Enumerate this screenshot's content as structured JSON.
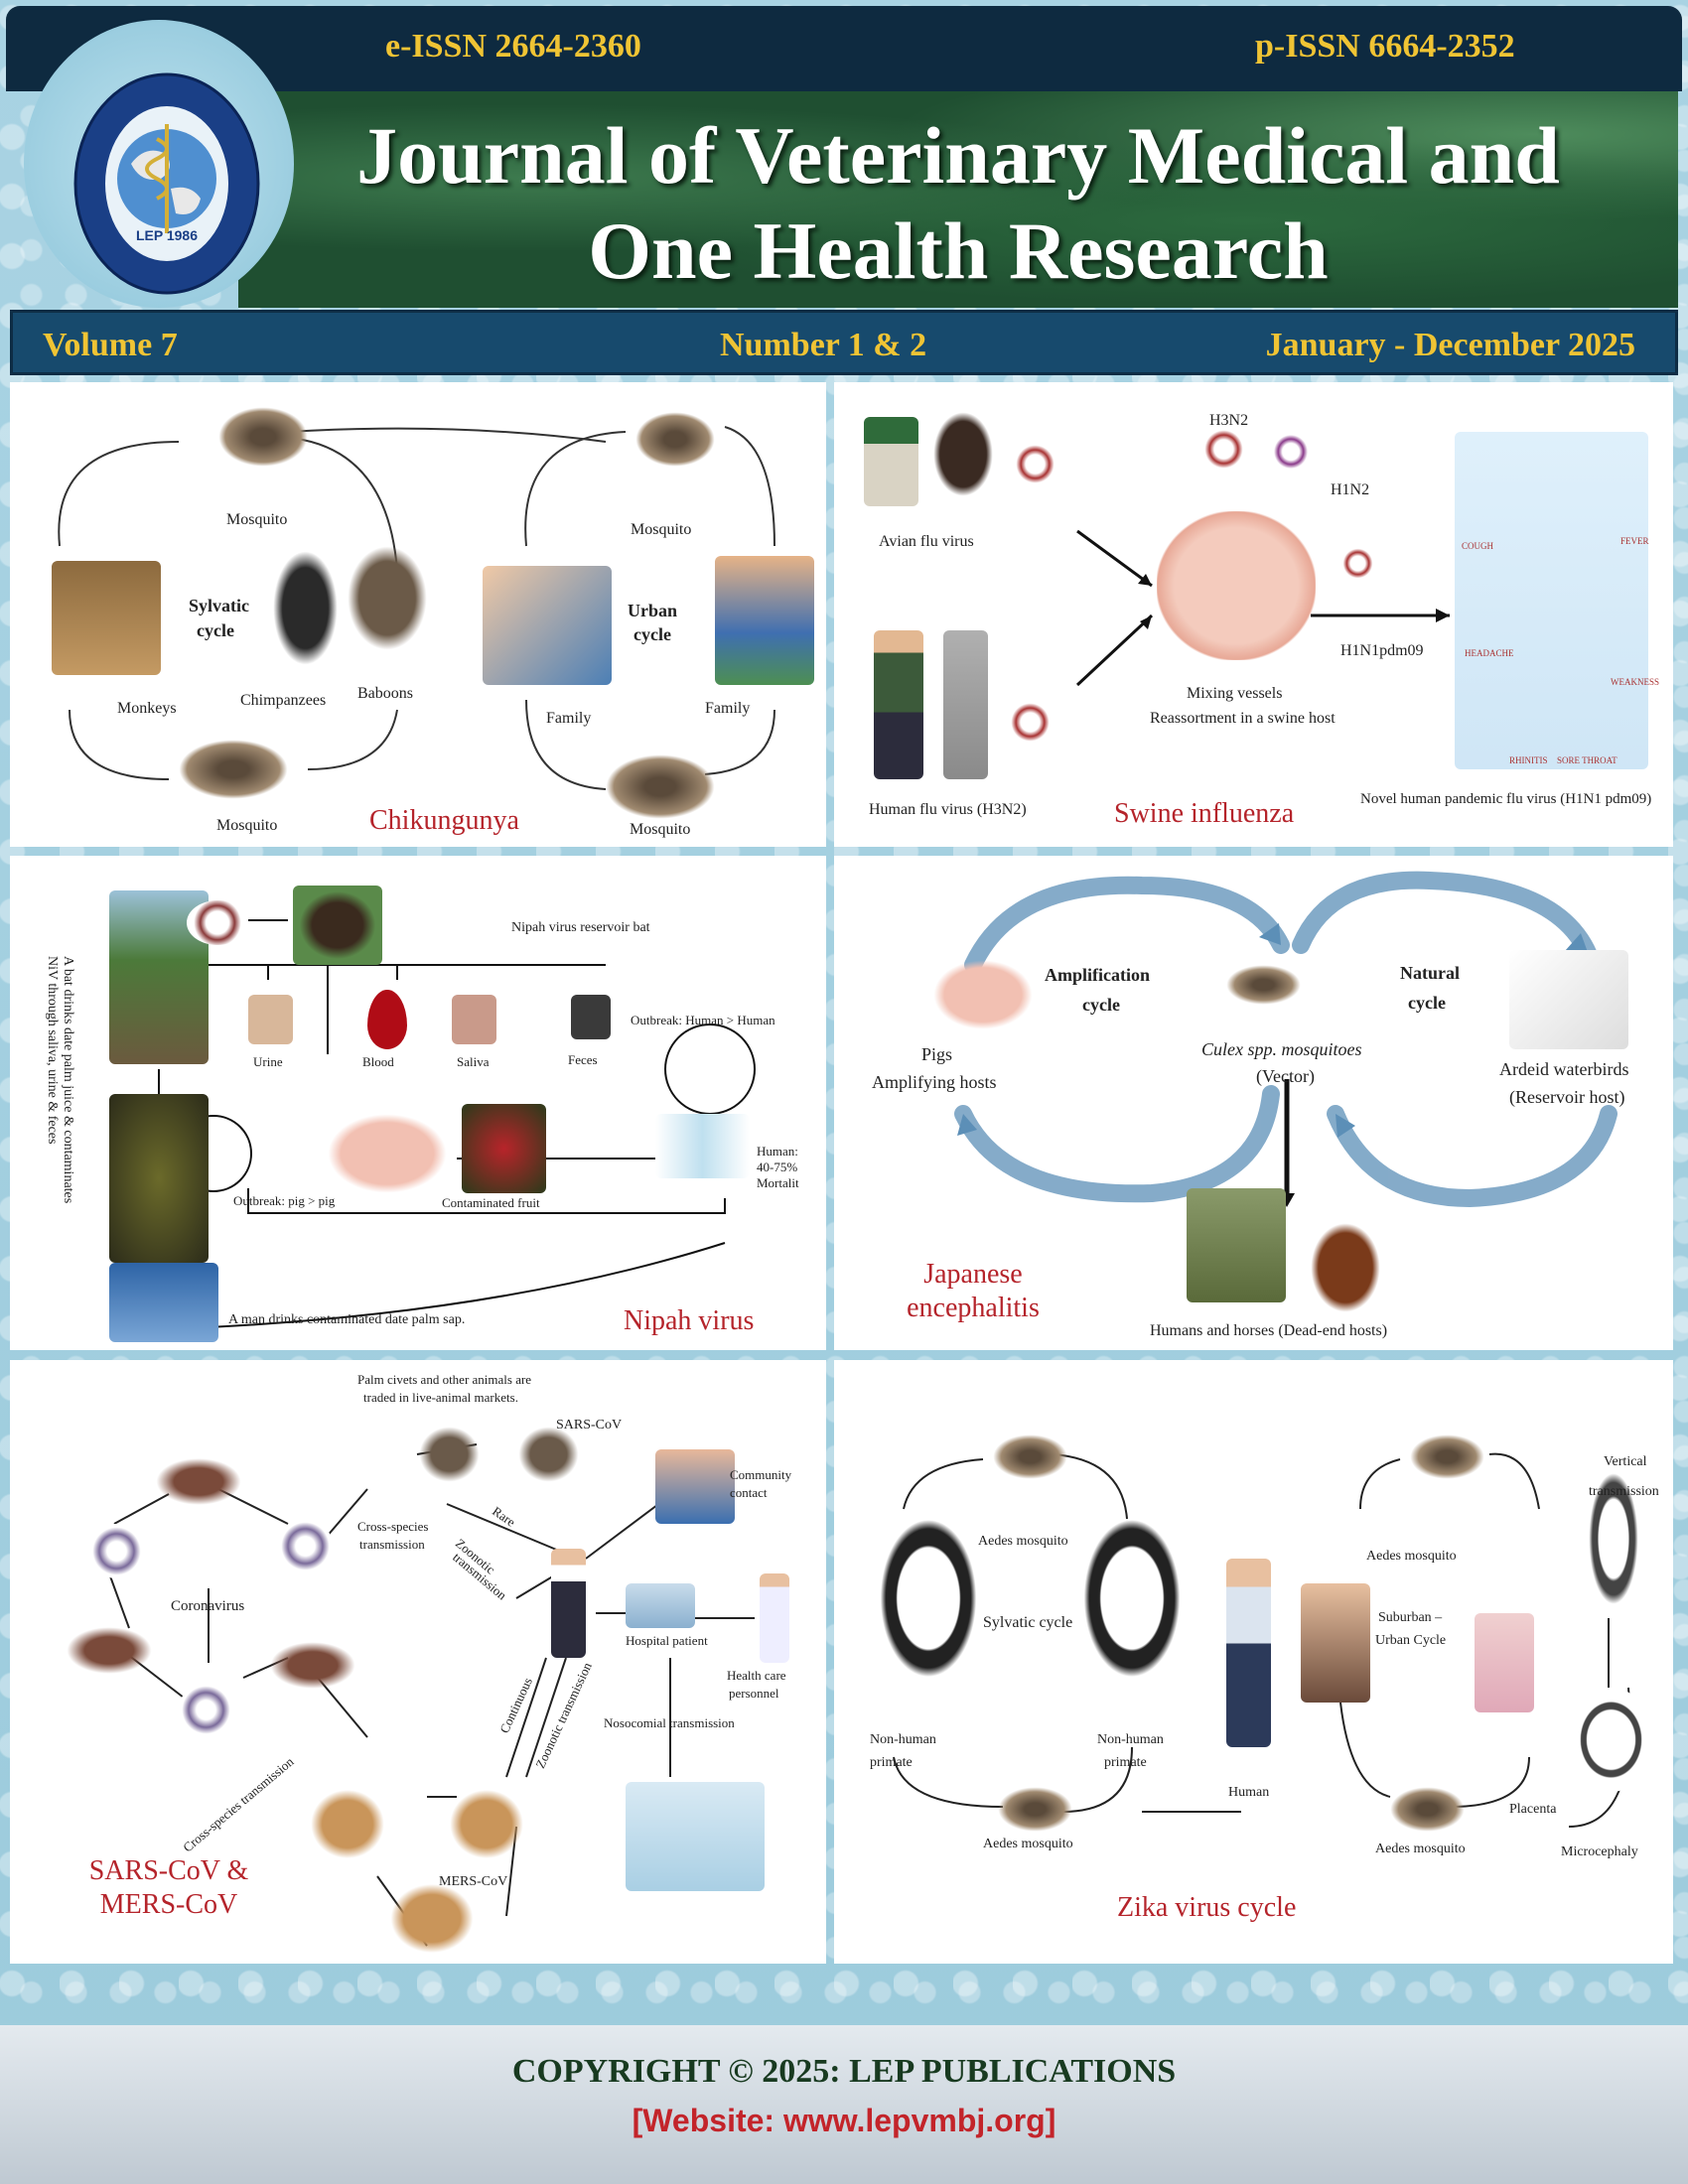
{
  "header": {
    "eissn": "e-ISSN 2664-2360",
    "pissn": "p-ISSN 6664-2352",
    "title_line1": "Journal of Veterinary Medical and",
    "title_line2": "One Health Research",
    "logo_text": "LEP 1986"
  },
  "issue": {
    "volume": "Volume 7",
    "number": "Number 1 & 2",
    "date": "January - December 2025"
  },
  "panels": {
    "chikungunya": {
      "caption": "Chikungunya",
      "labels": [
        "Mosquito",
        "Mosquito",
        "Sylvatic",
        "cycle",
        "Urban",
        "cycle",
        "Monkeys",
        "Chimpanzees",
        "Baboons",
        "Family",
        "Family",
        "Mosquito",
        "Mosquito"
      ]
    },
    "swine": {
      "caption": "Swine influenza",
      "labels": [
        "H3N2",
        "H1N2",
        "Avian flu virus",
        "H1N1pdm09",
        "Mixing vessels",
        "Reassortment in a swine host",
        "Human flu virus (H3N2)",
        "Novel human pandemic flu virus (H1N1 pdm09)",
        "COUGH",
        "FEVER",
        "HEADACHE",
        "WEAKNESS",
        "RHINITIS",
        "SORE THROAT"
      ]
    },
    "nipah": {
      "caption": "Nipah virus",
      "labels": [
        "Nipah virus reservoir bat",
        "Urine",
        "Blood",
        "Saliva",
        "Feces",
        "Outbreak: Human > Human",
        "Human:",
        "40-75%",
        "Mortalit",
        "Outbreak: pig > pig",
        "Contaminated fruit",
        "A man drinks contaminated date palm sap.",
        "A bat drinks date palm juice & contaminates",
        "NiV through saliva, urine & feces"
      ]
    },
    "je": {
      "caption_line1": "Japanese",
      "caption_line2": "encephalitis",
      "labels": [
        "Amplification",
        "cycle",
        "Natural",
        "cycle",
        "Pigs",
        "Amplifying hosts",
        "Culex spp. mosquitoes",
        "(Vector)",
        "Ardeid waterbirds",
        "(Reservoir host)",
        "Humans and horses (Dead-end hosts)"
      ]
    },
    "sars": {
      "caption_line1": "SARS-CoV &",
      "caption_line2": "MERS-CoV",
      "labels": [
        "Palm civets and other animals are",
        "traded in live-animal markets.",
        "SARS-CoV",
        "Community",
        "contact",
        "Cross-species",
        "transmission",
        "Rare",
        "Zoonotic",
        "transmission",
        "Coronavirus",
        "Hospital patient",
        "Health care",
        "personnel",
        "Nosocomial transmission",
        "Cross-species transmission",
        "Continuous",
        "Zoonotic transmission",
        "MERS-CoV"
      ]
    },
    "zika": {
      "caption": "Zika virus cycle",
      "labels": [
        "Vertical",
        "transmission",
        "Aedes mosquito",
        "Aedes mosquito",
        "Sylvatic cycle",
        "Suburban –",
        "Urban Cycle",
        "Non-human",
        "primate",
        "Non-human",
        "primate",
        "Human",
        "Aedes mosquito",
        "Aedes mosquito",
        "Placenta",
        "Microcephaly"
      ]
    }
  },
  "footer": {
    "copyright": "COPYRIGHT © 2025: LEP PUBLICATIONS",
    "website": "[Website: www.lepvmbj.org]"
  }
}
